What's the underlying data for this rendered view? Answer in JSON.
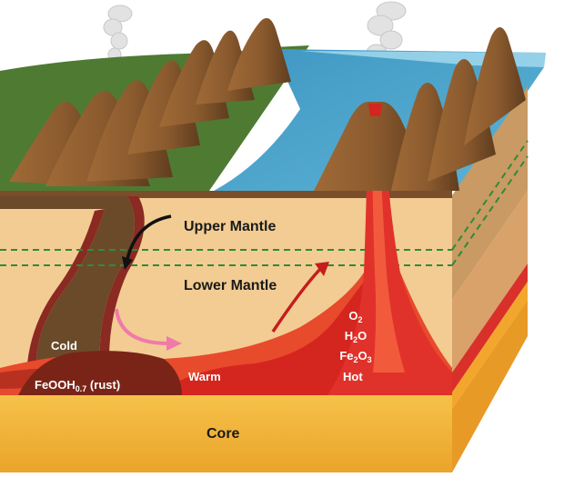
{
  "labels": {
    "upper_mantle": "Upper Mantle",
    "lower_mantle": "Lower Mantle",
    "cold": "Cold",
    "warm": "Warm",
    "hot": "Hot",
    "core": "Core",
    "rust_main": "FeOOH",
    "rust_sub": "0.7",
    "rust_suffix": " (rust)"
  },
  "chemicals": [
    {
      "base": "O",
      "sub": "2",
      "suffix": ""
    },
    {
      "base": "H",
      "sub": "2",
      "suffix": "O"
    },
    {
      "base": "Fe",
      "sub": "2",
      "suffix": "O",
      "sub2": "3"
    }
  ],
  "colors": {
    "sky": "#ffffff",
    "land": "#4f7a32",
    "ocean": "#4aa3c8",
    "mantle": "#f2cc93",
    "slab": "#6b4a2a",
    "magma": "#e0322a",
    "core": "#f2b134",
    "mountain": "#8a5a2e",
    "boundary_line": "#2e8b3a"
  },
  "icons": [
    "smoke-plume-icon",
    "volcano-icon",
    "mountain-icon",
    "flow-arrow-icon"
  ]
}
